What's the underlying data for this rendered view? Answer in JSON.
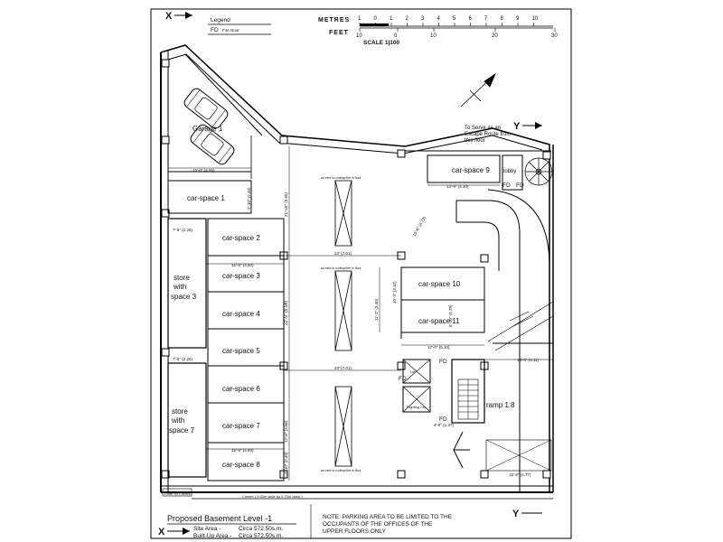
{
  "section_markers": {
    "x_top": "X",
    "x_bottom": "X",
    "y_right": "Y",
    "y_bottom": "Y"
  },
  "legend": {
    "title": "Legend",
    "fd_code": "FD",
    "fd_desc": "Fire Door"
  },
  "scale_bar": {
    "metres_label": "METRES",
    "feet_label": "FEET",
    "metre_ticks": [
      "1",
      "0",
      "1",
      "2",
      "3",
      "4",
      "5",
      "6",
      "7",
      "8",
      "9",
      "10"
    ],
    "feet_ticks": [
      "10",
      "0",
      "10",
      "20",
      "30"
    ],
    "scale_text": "SCALE 1|100"
  },
  "rooms": {
    "garage": "Garage 1",
    "cs1": "car-space 1",
    "cs2": "car-space 2",
    "cs3": "car-space 3",
    "cs4": "car-space 4",
    "cs5": "car-space 5",
    "cs6": "car-space 6",
    "cs7": "car-space 7",
    "cs8": "car-space 8",
    "cs9": "car-space 9",
    "cs10": "car-space 10",
    "cs11": "car-space 11",
    "store3": [
      "store",
      "with",
      "space 3"
    ],
    "store7": [
      "store",
      "with",
      "space 7"
    ],
    "lobby": "lobby",
    "ramp": "ramp 1:8",
    "lift": "Lift",
    "firefighting_lift": "Fighting Lift"
  },
  "escape_note": [
    "To Serve as an",
    "Escape Route from",
    "this floor"
  ],
  "fire_doors": [
    "FD",
    "FD",
    "FD",
    "FD",
    "FD"
  ],
  "dims": {
    "d1": "15'-0\" (4.56)",
    "d2": "7'-10\" (2.40)",
    "d3": "21'-10\" (6.65)",
    "d4": "15'-9\" (4.80)",
    "d5": "23' (7.01)",
    "d6": "22'-9\" (6.94)",
    "d7": "23' (7.01)",
    "d8": "15'-9\" (4.80)",
    "d9": "13'-9\" (4.20)",
    "d10": "15'-6\" (4.73)",
    "d11": "13'-6\" (4.11)",
    "d12": "17'-0\" (5.20)",
    "d13": "7'-10\" (2.40)",
    "d14": "7'-5\" (2.26)",
    "d15": "7'-5\" (2.26)",
    "d16": "4'-6\" (1.37)",
    "d17": "15'-8\" (4.77)",
    "d18": "11'-2\" (3.40)",
    "d19": "10'-3\" (3.12)",
    "d20": "12'-8\" (3.86)",
    "d21": "5'-10\" (1.78)"
  },
  "vents": {
    "v1": "air vent to rooftop/fire in floor",
    "v2": "air vent to rooftop/fire in floor",
    "v3": "air vent to rooftop/fire in floor"
  },
  "bottom_notes": {
    "shaft": "Shaft for Cables",
    "culvert": "Culvert ( 0.60m wide by 0.70m deep )"
  },
  "title_block": {
    "title": "Proposed Basement Level -1",
    "site_label": "Site Area -",
    "site_value": "Circa 572.50s.m.",
    "built_label": "Built-Up Area -",
    "built_value": "Circa 572.50s.m."
  },
  "note": {
    "lines": [
      "NOTE: PARKING AREA TO BE LIMITED TO THE",
      "OCCUPANTS OF THE OFFICES OF THE",
      "UPPER FLOORS ONLY"
    ]
  }
}
